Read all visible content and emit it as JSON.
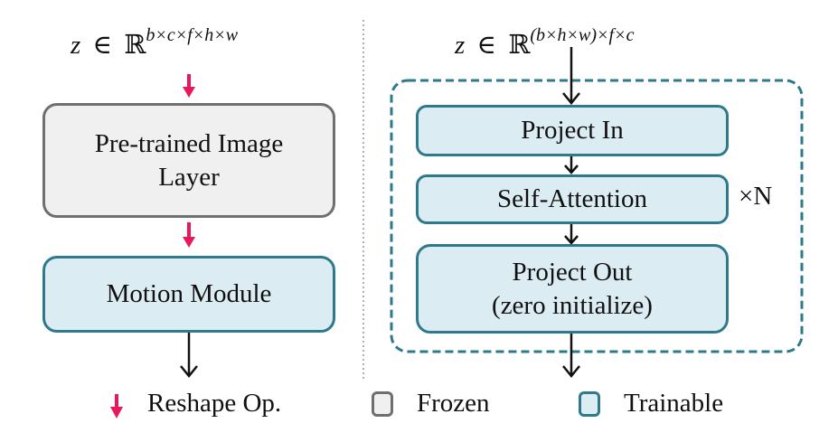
{
  "left_panel": {
    "input_shape": {
      "var": "z",
      "symbol": "∈",
      "field": "ℝ",
      "superscript": "b×c×f×h×w"
    },
    "blocks": [
      {
        "label_lines": [
          "Pre-trained Image",
          "Layer"
        ],
        "kind": "frozen"
      },
      {
        "label_lines": [
          "Motion Module"
        ],
        "kind": "trainable"
      }
    ]
  },
  "right_panel": {
    "input_shape": {
      "var": "z",
      "symbol": "∈",
      "field": "ℝ",
      "superscript": "(b×h×w)×f×c"
    },
    "blocks": [
      {
        "label_lines": [
          "Project In"
        ],
        "kind": "trainable"
      },
      {
        "label_lines": [
          "Self-Attention"
        ],
        "kind": "trainable"
      },
      {
        "label_lines": [
          "Project Out",
          "(zero initialize)"
        ],
        "kind": "trainable"
      }
    ],
    "repeat_label": "×N"
  },
  "legend": {
    "items": [
      {
        "icon": "red-down-arrow",
        "label": "Reshape Op."
      },
      {
        "icon": "gray-rounded-square",
        "label": "Frozen"
      },
      {
        "icon": "blue-rounded-square",
        "label": "Trainable"
      }
    ]
  },
  "colors": {
    "reshape_arrow": "#e8185a",
    "frozen_fill": "#f0f0f0",
    "frozen_border": "#6f6f6f",
    "trainable_fill": "#dbecf2",
    "trainable_border": "#2e7a8c",
    "dashed_group_border": "#2e7a8c",
    "divider": "#b0b0b0"
  }
}
